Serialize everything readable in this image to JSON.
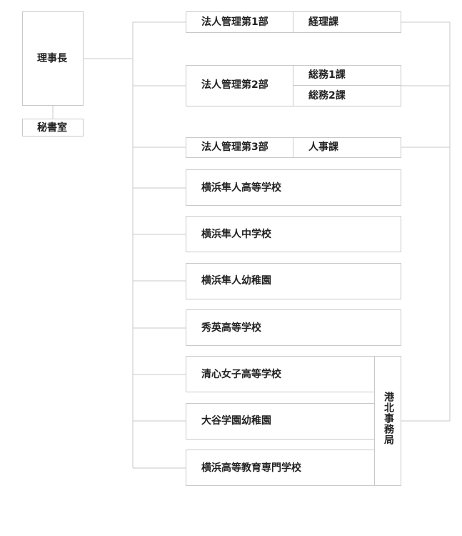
{
  "chairman": "理事長",
  "secretariat": "秘書室",
  "departments": [
    {
      "name": "法人管理第1部",
      "sections": [
        "経理課"
      ]
    },
    {
      "name": "法人管理第2部",
      "sections": [
        "総務1課",
        "総務2課"
      ]
    },
    {
      "name": "法人管理第3部",
      "sections": [
        "人事課"
      ]
    }
  ],
  "schools": [
    "横浜隼人高等学校",
    "横浜隼人中学校",
    "横浜隼人幼稚園",
    "秀英高等学校",
    "清心女子高等学校",
    "大谷学園幼稚園",
    "横浜高等教育専門学校"
  ],
  "office": "港北事務局"
}
